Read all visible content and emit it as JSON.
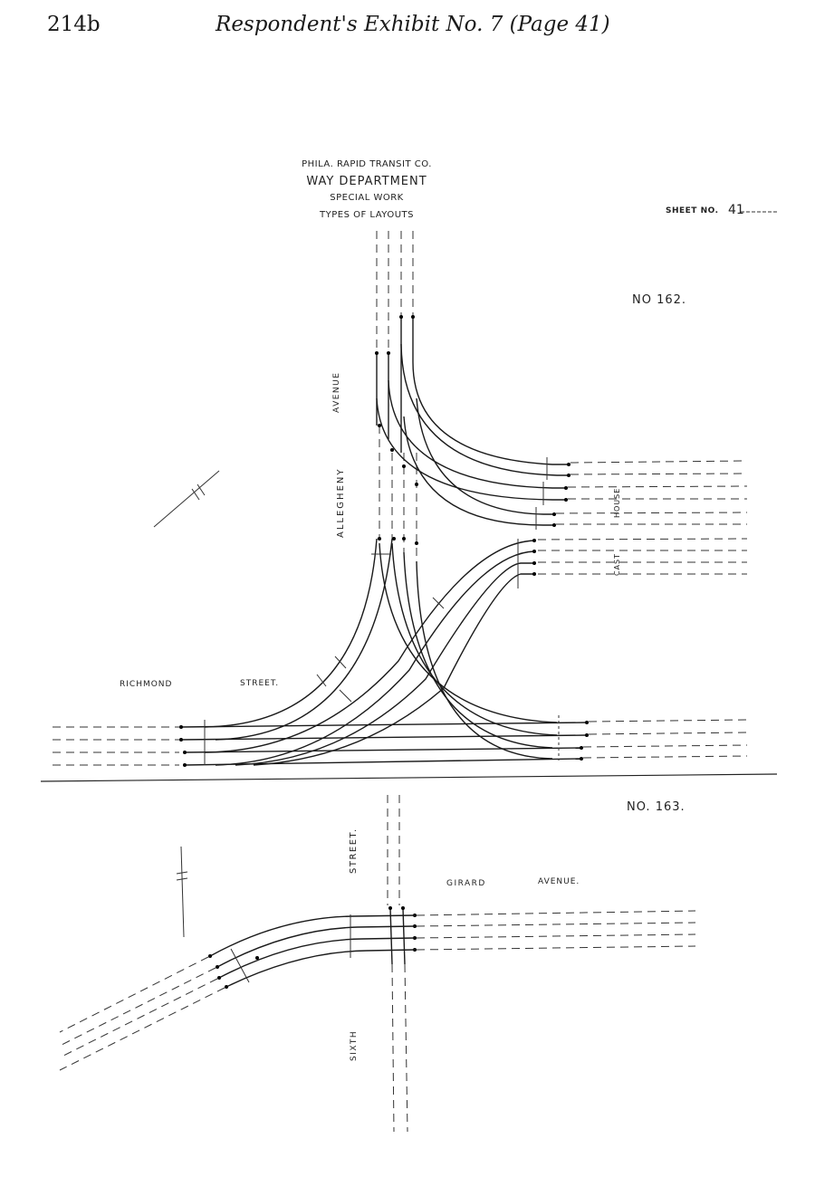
{
  "header": {
    "page_number": "214b",
    "title": "Respondent's Exhibit No. 7 (Page 41)"
  },
  "title_block": {
    "company": "PHILA. RAPID TRANSIT CO.",
    "department": "WAY DEPARTMENT",
    "subtitle": "SPECIAL WORK",
    "type": "TYPES OF LAYOUTS",
    "sheet_label": "SHEET NO.",
    "sheet_number": "41"
  },
  "layout_162": {
    "number": "NO 162.",
    "streets": {
      "allegheny": "ALLEGHENY",
      "avenue": "AVENUE",
      "richmond": "RICHMOND",
      "street": "STREET.",
      "cast": "CAST",
      "house": "HOUSE"
    }
  },
  "layout_163": {
    "number": "NO. 163.",
    "streets": {
      "street": "STREET.",
      "sixth": "SIXTH",
      "girard": "GIRARD",
      "avenue": "AVENUE."
    }
  }
}
